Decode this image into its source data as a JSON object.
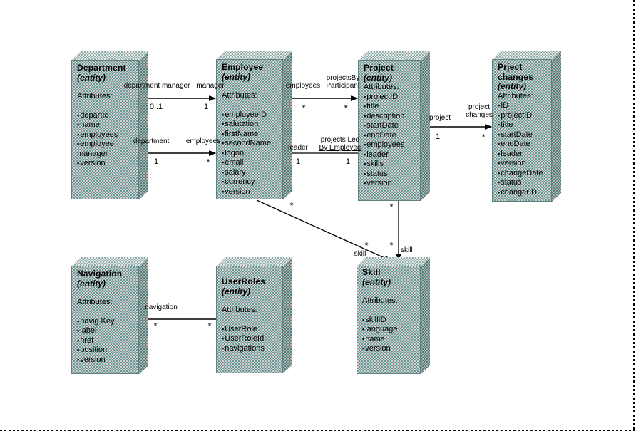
{
  "diagram": {
    "background": "#ffffff",
    "box_face_teal": "#679a9a",
    "box_face_light": "#d6cecb",
    "box_top_teal": "#8fb2b2",
    "box_side_teal": "#4f7e7e",
    "box_border": "#60807f",
    "line_color": "#000000",
    "stereotype_label": "(entity)"
  },
  "entities": [
    {
      "id": "department",
      "title": "Department",
      "stereotype": "(entity)",
      "attributes_label": "Attributes:",
      "attributes": [
        "departId",
        "name",
        "employees",
        "employee manager",
        "version"
      ]
    },
    {
      "id": "employee",
      "title": "Employee",
      "stereotype": "(entity)",
      "attributes_label": "Attributes:",
      "attributes": [
        "employeeID",
        "salutation",
        "firstName",
        "secondName",
        "logon",
        "email",
        "salary",
        "currency",
        "version"
      ]
    },
    {
      "id": "project",
      "title": "Project",
      "stereotype": "(entity)",
      "attributes_label": "Attributes:",
      "attributes": [
        "projectID",
        "title",
        "description",
        "startDate",
        "endDate",
        "employees",
        "leader",
        "skills",
        "status",
        "version"
      ]
    },
    {
      "id": "project-changes",
      "title": "Prject changes",
      "stereotype": "(entity)",
      "attributes_label": "Attributes:",
      "attributes": [
        "ID",
        "projectID",
        "title",
        "startDate",
        "endDate",
        "leader",
        "version",
        "changeDate",
        "status",
        "changerID"
      ]
    },
    {
      "id": "navigation",
      "title": "Navigation",
      "stereotype": "(entity)",
      "attributes_label": "Attributes:",
      "attributes": [
        "navig.Key",
        "label",
        "href",
        "position",
        "version"
      ]
    },
    {
      "id": "userroles",
      "title": "UserRoles",
      "stereotype": "(entity)",
      "attributes_label": "Attributes:",
      "attributes": [
        "UserRole",
        "UserRoleId",
        "navigations"
      ]
    },
    {
      "id": "skill",
      "title": "Skill",
      "stereotype": "(entity)",
      "attributes_label": "Attributes:",
      "attributes": [
        "skillID",
        "language",
        "name",
        "version"
      ]
    }
  ],
  "connectors": [
    {
      "id": "department-manager",
      "left_label": "department manager",
      "right_label": "manager",
      "left_mult": "0..1",
      "right_mult": "1"
    },
    {
      "id": "department-employees",
      "left_label": "department",
      "right_label": "employees",
      "left_mult": "1",
      "right_mult": "*"
    },
    {
      "id": "employee-projects",
      "left_label": "employees",
      "right_label": "projectsBy Participant",
      "left_mult": "*",
      "right_mult": "*"
    },
    {
      "id": "project-leader",
      "left_label": "leader",
      "right_label": "projects Led",
      "right_label2": "By Employee",
      "left_mult": "1",
      "right_mult": "1"
    },
    {
      "id": "project-changes",
      "left_label": "project",
      "right_label": "project changes",
      "left_mult": "1",
      "right_mult": "*"
    },
    {
      "id": "userroles-navigation",
      "label": "navigation",
      "left_mult": "*",
      "right_mult": "*"
    },
    {
      "id": "employee-skill",
      "label": "skill",
      "source_mult": "*",
      "target_mult": "*"
    },
    {
      "id": "project-skill",
      "label": "skill",
      "source_mult": "*",
      "target_mult": "*"
    }
  ]
}
